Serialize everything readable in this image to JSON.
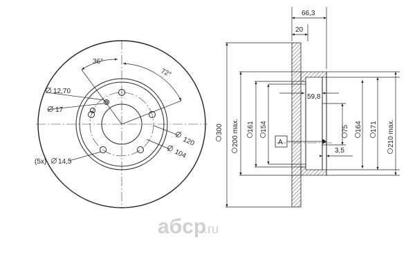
{
  "front_view": {
    "labels": {
      "angle_36": "36°",
      "angle_72": "72°",
      "d_12_70": "12,70",
      "d_17": "17",
      "count_5x": "(5x)",
      "d_14_5": "14,5",
      "d_120": "120",
      "d_104": "104"
    }
  },
  "side_view": {
    "labels": {
      "d_66_3": "66,3",
      "d_20": "20",
      "d_300": "300",
      "d_200": "200 max.",
      "d_161": "161",
      "d_154": "154",
      "d_59_8": "59,8",
      "datum_a": "A",
      "d_75": "75",
      "d_164": "164",
      "d_171": "171",
      "d_210": "210 max.",
      "d_3_5": "3,5"
    }
  },
  "watermark": {
    "text": "aбcp",
    "suffix": ".ru"
  }
}
